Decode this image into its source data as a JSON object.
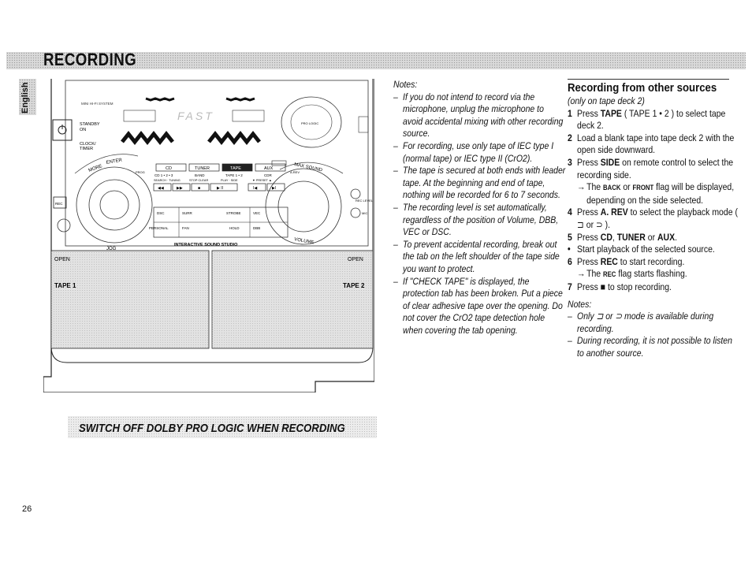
{
  "header": {
    "title": "RECORDING",
    "language_tab": "English"
  },
  "device": {
    "brand_line": "MINI HI-FI SYSTEM",
    "standby_label": "STANDBY",
    "on_label": "ON",
    "clock_label": "CLOCK/",
    "timer_label": "TIMER",
    "display_text": "FAST",
    "more_label": "MORE",
    "enter_label": "ENTER",
    "pro_logic_label": "PRO LOGIC",
    "max_sound_label": "MAX SOUND",
    "source_buttons": [
      "CD",
      "TUNER",
      "TAPE",
      "AUX"
    ],
    "source_sub_labels": [
      "CD 1 • 2 • 3",
      "BAND",
      "TAPE 1 • 2",
      "CDR"
    ],
    "prog_label": "PROG",
    "arev_label": "A.REV",
    "transport_sub_labels": [
      "SEARCH · TUNING",
      "STOP·CLEAR",
      "PLAY · SIDE",
      "▼ PRESET ▲"
    ],
    "transport_glyphs": [
      "◀◀",
      "▶▶",
      "■",
      "▶ II",
      "I◀",
      "▶I"
    ],
    "iss_row1": [
      "DSC",
      "SURR",
      "STROBE",
      "VEC"
    ],
    "iss_row2": [
      "PERSONAL",
      "FAN",
      "HOLD",
      "DBB"
    ],
    "iss_label": "INTERACTIVE SOUND STUDIO",
    "jog_label": "JOG",
    "volume_label": "VOLUME",
    "rec_level_label": "REC LEVEL",
    "mic_label": "MIC",
    "rec_button_label": "REC",
    "deck_open_left": "OPEN",
    "deck_open_right": "OPEN",
    "tape1_label": "TAPE 1",
    "tape2_label": "TAPE 2"
  },
  "notes": {
    "heading": "Notes:",
    "items": [
      "If you do not intend to record via the microphone, unplug the microphone to avoid accidental mixing with other recording source.",
      "For recording, use only tape of IEC type I (normal tape) or IEC type II (CrO2).",
      "The tape is secured at both ends with leader tape. At the beginning and end of tape, nothing will be recorded for 6 to 7 seconds.",
      "The recording level is set automatically, regardless of the position of Volume, DBB, VEC or DSC.",
      "To prevent accidental recording, break out the tab on the left shoulder of the tape side you want to protect.",
      "If \"CHECK TAPE\" is displayed, the protection tab has been broken. Put a piece of clear adhesive tape over the opening. Do not cover the CrO2 tape detection hole when covering the tab opening."
    ]
  },
  "recording_sources": {
    "title": "Recording from other sources",
    "subtitle": "(only on tape deck 2)",
    "steps": [
      {
        "n": "1",
        "pre": "Press ",
        "key": "TAPE",
        "post": " ( TAPE 1 • 2 ) to select tape deck 2."
      },
      {
        "n": "2",
        "pre": "Load a blank tape into tape deck 2 with the open side downward.",
        "key": "",
        "post": ""
      },
      {
        "n": "3",
        "pre": "Press ",
        "key": "SIDE",
        "post": " on remote control to select the recording side."
      },
      {
        "n": "4",
        "pre": "Press ",
        "key": "A. REV",
        "post": " to select the playback mode ( ⊐ or ⊃ )."
      },
      {
        "n": "5",
        "pre": "Press ",
        "key": "CD",
        "post": ", TUNER or AUX."
      },
      {
        "n": "6",
        "pre": "Press ",
        "key": "REC",
        "post": " to start recording."
      },
      {
        "n": "7",
        "pre": "Press ■ to stop recording.",
        "key": "",
        "post": ""
      }
    ],
    "step3_arrow": {
      "pre": "The ",
      "back": "BACK",
      "mid": " or ",
      "front": "FRONT",
      "post": " flag will be displayed, depending on the side selected."
    },
    "step5_bullet": "Start playback of the selected source.",
    "step6_arrow": {
      "pre": "The ",
      "rec": "REC",
      "post": " flag starts flashing."
    },
    "step5_tuner": "TUNER",
    "step5_aux": "AUX",
    "notes_heading": "Notes:",
    "notes": [
      "Only ⊐ or ⊃ mode is available during recording.",
      "During recording, it is not possible to listen to another source."
    ]
  },
  "section2": {
    "title": "SWITCH OFF DOLBY PRO LOGIC WHEN RECORDING"
  },
  "page_number": "26"
}
